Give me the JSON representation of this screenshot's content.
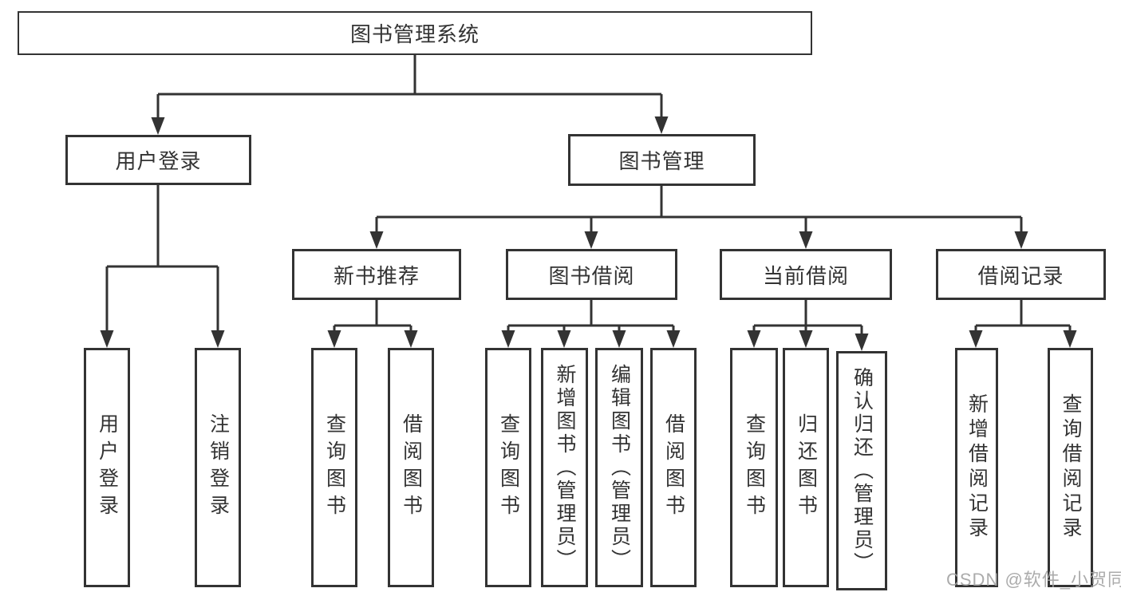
{
  "tree": {
    "root": {
      "label": "图书管理系统"
    },
    "branches": [
      {
        "label": "用户登录",
        "children": [
          {
            "label": "用户登录"
          },
          {
            "label": "注销登录"
          }
        ]
      },
      {
        "label": "图书管理",
        "children": [
          {
            "label": "新书推荐",
            "children": [
              {
                "label": "查询图书"
              },
              {
                "label": "借阅图书"
              }
            ]
          },
          {
            "label": "图书借阅",
            "children": [
              {
                "label": "查询图书"
              },
              {
                "label": "新增图书（管理员）"
              },
              {
                "label": "编辑图书（管理员）"
              },
              {
                "label": "借阅图书"
              }
            ]
          },
          {
            "label": "当前借阅",
            "children": [
              {
                "label": "查询图书"
              },
              {
                "label": "归还图书"
              },
              {
                "label": "确认归还（管理员）"
              }
            ]
          },
          {
            "label": "借阅记录",
            "children": [
              {
                "label": "新增借阅记录"
              },
              {
                "label": "查询借阅记录"
              }
            ]
          }
        ]
      }
    ]
  },
  "watermark": {
    "text": "CSDN @软件_小贺同学"
  },
  "colors": {
    "line": "#333333",
    "box_border": "#333333",
    "text": "#333333",
    "background": "#ffffff",
    "watermark": "#a3a3a3"
  }
}
